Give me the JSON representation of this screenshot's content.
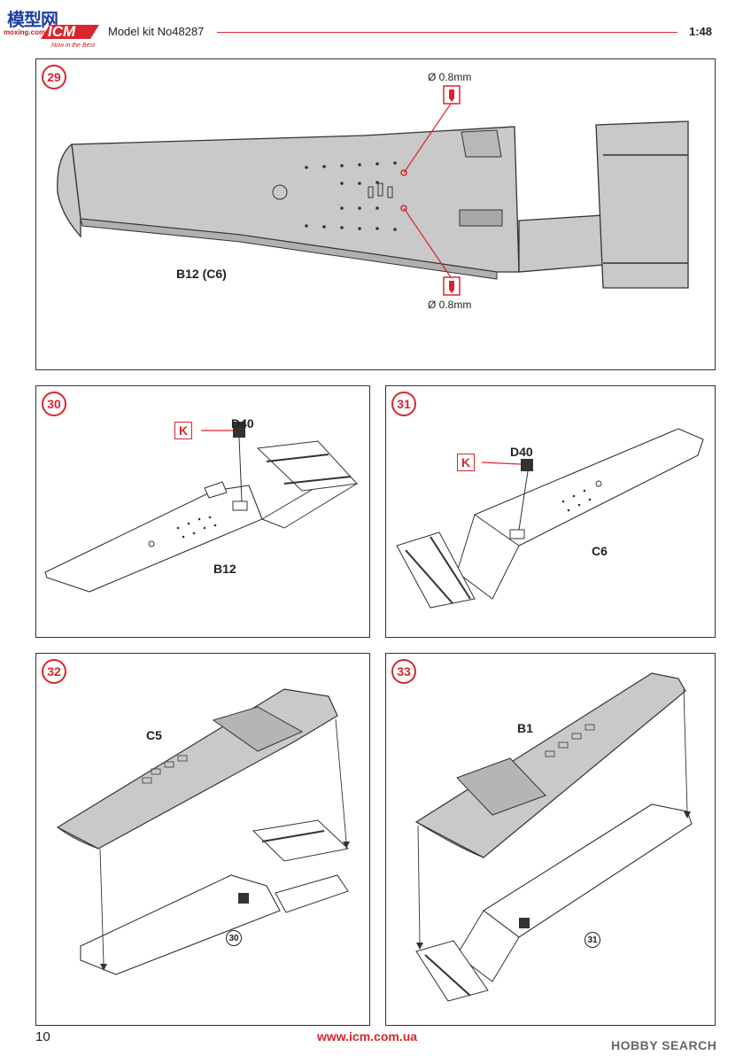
{
  "header": {
    "logo_cn": "模型网",
    "logo_site": "moxing.com",
    "logo_brand": "ICM",
    "logo_tagline": "Now in the Best",
    "kit_title": "Model kit No48287",
    "scale": "1:48"
  },
  "steps": [
    {
      "number": "29",
      "part_label": "B12 (C6)",
      "drill_top": "Ø 0.8mm",
      "drill_bottom": "Ø 0.8mm"
    },
    {
      "number": "30",
      "part_label": "B12",
      "sub_part": "D40",
      "option": "K"
    },
    {
      "number": "31",
      "part_label": "C6",
      "sub_part": "D40",
      "option": "K"
    },
    {
      "number": "32",
      "part_label": "C5",
      "ref": "30"
    },
    {
      "number": "33",
      "part_label": "B1",
      "ref": "31"
    }
  ],
  "footer": {
    "page_number": "10",
    "url": "www.icm.com.ua",
    "watermark": "HOBBY SEARCH"
  },
  "colors": {
    "accent_red": "#d9262e",
    "part_gray": "#c9c9c9",
    "outline": "#333333"
  }
}
